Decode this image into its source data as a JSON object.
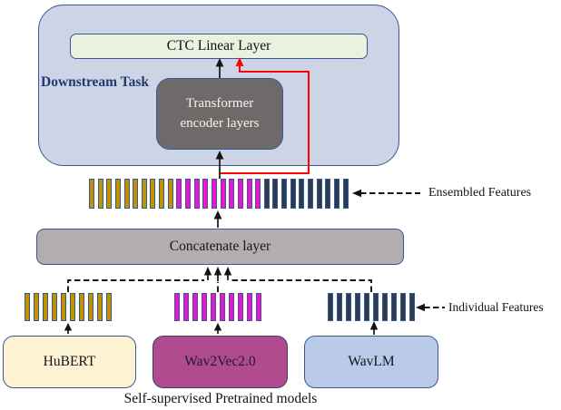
{
  "diagram": {
    "title_caption": "Self-supervised Pretrained models",
    "colors": {
      "downstream_fill": "#cdd4e5",
      "box_border": "#3a5795",
      "ctc_fill": "#eaf1e0",
      "transformer_fill": "#6e6a69",
      "concat_fill": "#b3aeae",
      "hubert_fill": "#fdf2d1",
      "wav2vec_fill": "#b04b8f",
      "wavlm_fill": "#b9cbe9",
      "gold_bar": "#c09104",
      "magenta_bar": "#ee15d2",
      "navy_bar": "#2d3c55",
      "bar_border": "#36598e",
      "red_line": "#fe0504",
      "downstream_text": "#1e3a72"
    },
    "downstream_task": {
      "label": "Downstream Task"
    },
    "ctc_layer": {
      "label": "CTC Linear Layer"
    },
    "transformer": {
      "label": "Transformer encoder layers"
    },
    "concatenate": {
      "label": "Concatenate layer"
    },
    "ensembled_features": {
      "label": "Ensembled Features",
      "groups": [
        {
          "source": "HuBERT",
          "color": "#c09104",
          "count": 10
        },
        {
          "source": "Wav2Vec2.0",
          "color": "#ee15d2",
          "count": 10
        },
        {
          "source": "WavLM",
          "color": "#2d3c55",
          "count": 10
        }
      ]
    },
    "individual_features": {
      "label": "Individual Features"
    },
    "models": [
      {
        "label": "HuBERT",
        "fill": "#fdf2d1",
        "bars": {
          "color": "#c09104",
          "count": 10
        }
      },
      {
        "label": "Wav2Vec2.0",
        "fill": "#b04b8f",
        "bars": {
          "color": "#ee15d2",
          "count": 10
        }
      },
      {
        "label": "WavLM",
        "fill": "#b9cbe9",
        "bars": {
          "color": "#2d3c55",
          "count": 10
        }
      }
    ]
  }
}
